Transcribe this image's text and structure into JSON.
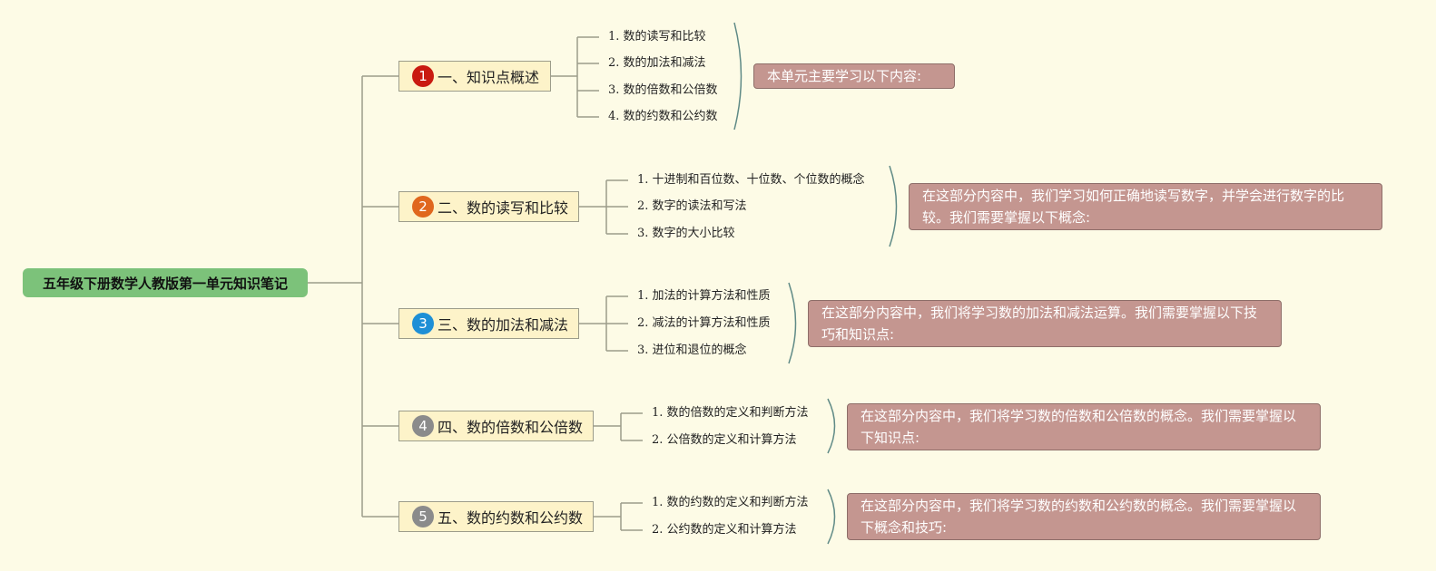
{
  "root": {
    "label": "五年级下册数学人教版第一单元知识笔记"
  },
  "branches": [
    {
      "number": "1",
      "title": "一、知识点概述",
      "badge_color": "#c91a10",
      "items": [
        "1. 数的读写和比较",
        "2. 数的加法和减法",
        "3. 数的倍数和公倍数",
        "4. 数的约数和公约数"
      ],
      "note": "本单元主要学习以下内容:"
    },
    {
      "number": "2",
      "title": "二、数的读写和比较",
      "badge_color": "#e0671e",
      "items": [
        "1. 十进制和百位数、十位数、个位数的概念",
        "2. 数字的读法和写法",
        "3. 数字的大小比较"
      ],
      "note": "在这部分内容中，我们学习如何正确地读写数字，并学会进行数字的比较。我们需要掌握以下概念:"
    },
    {
      "number": "3",
      "title": "三、数的加法和减法",
      "badge_color": "#1e8fd6",
      "items": [
        "1. 加法的计算方法和性质",
        "2. 减法的计算方法和性质",
        "3. 进位和退位的概念"
      ],
      "note": "在这部分内容中，我们将学习数的加法和减法运算。我们需要掌握以下技巧和知识点:"
    },
    {
      "number": "4",
      "title": "四、数的倍数和公倍数",
      "badge_color": "#8b8b8b",
      "items": [
        "1. 数的倍数的定义和判断方法",
        "2. 公倍数的定义和计算方法"
      ],
      "note": "在这部分内容中，我们将学习数的倍数和公倍数的概念。我们需要掌握以下知识点:"
    },
    {
      "number": "5",
      "title": "五、数的约数和公约数",
      "badge_color": "#8b8b8b",
      "items": [
        "1. 数的约数的定义和判断方法",
        "2. 公约数的定义和计算方法"
      ],
      "note": "在这部分内容中，我们将学习数的约数和公约数的概念。我们需要掌握以下概念和技巧:"
    }
  ]
}
